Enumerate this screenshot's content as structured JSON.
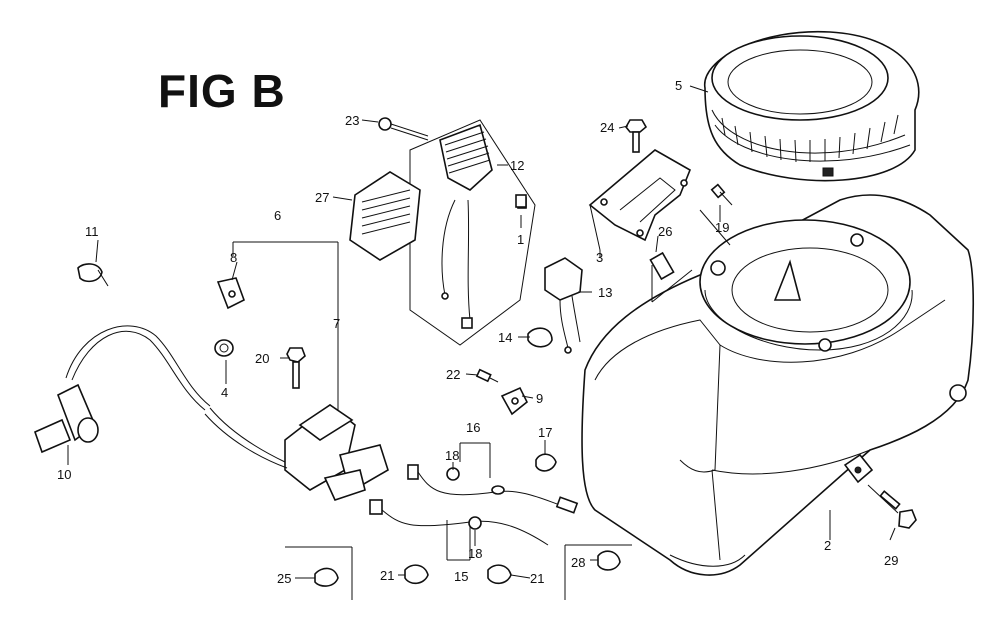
{
  "figure": {
    "title": "FIG B"
  },
  "callouts": {
    "c1": "1",
    "c2": "2",
    "c3": "3",
    "c4": "4",
    "c5": "5",
    "c6": "6",
    "c7": "7",
    "c8": "8",
    "c9": "9",
    "c10": "10",
    "c11": "11",
    "c12": "12",
    "c13": "13",
    "c14": "14",
    "c15": "15",
    "c16": "16",
    "c17": "17",
    "c18a": "18",
    "c18b": "18",
    "c19": "19",
    "c20": "20",
    "c21a": "21",
    "c21b": "21",
    "c22": "22",
    "c23": "23",
    "c24": "24",
    "c25": "25",
    "c26": "26",
    "c27": "27",
    "c28": "28",
    "c29": "29"
  }
}
